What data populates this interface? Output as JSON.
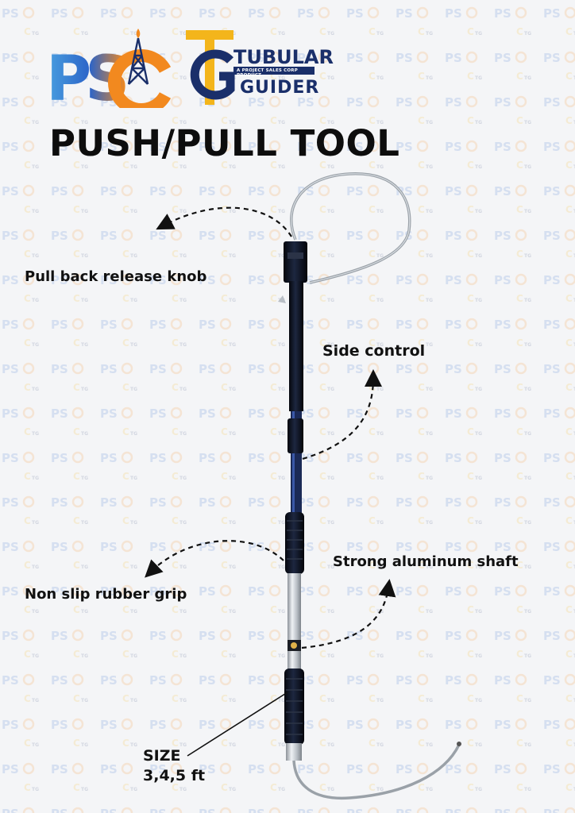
{
  "brand": {
    "psc_logo": "PSC",
    "tg_logo": "TG",
    "tubular": "TUBULAR",
    "tagline": "A PROJECT SALES CORP PRODUCT",
    "guider": "GUIDER",
    "colors": {
      "blue": "#2c64c8",
      "orange": "#f2891f",
      "navy": "#1a2f6a",
      "gold": "#f3b51b"
    }
  },
  "title": "PUSH/PULL TOOL",
  "callouts": {
    "release_knob": "Pull back release knob",
    "side_control": "Side control",
    "rubber_grip": "Non slip rubber grip",
    "aluminum_shaft": "Strong aluminum shaft",
    "size_label": "SIZE",
    "size_value": "3,4,5 ft"
  }
}
